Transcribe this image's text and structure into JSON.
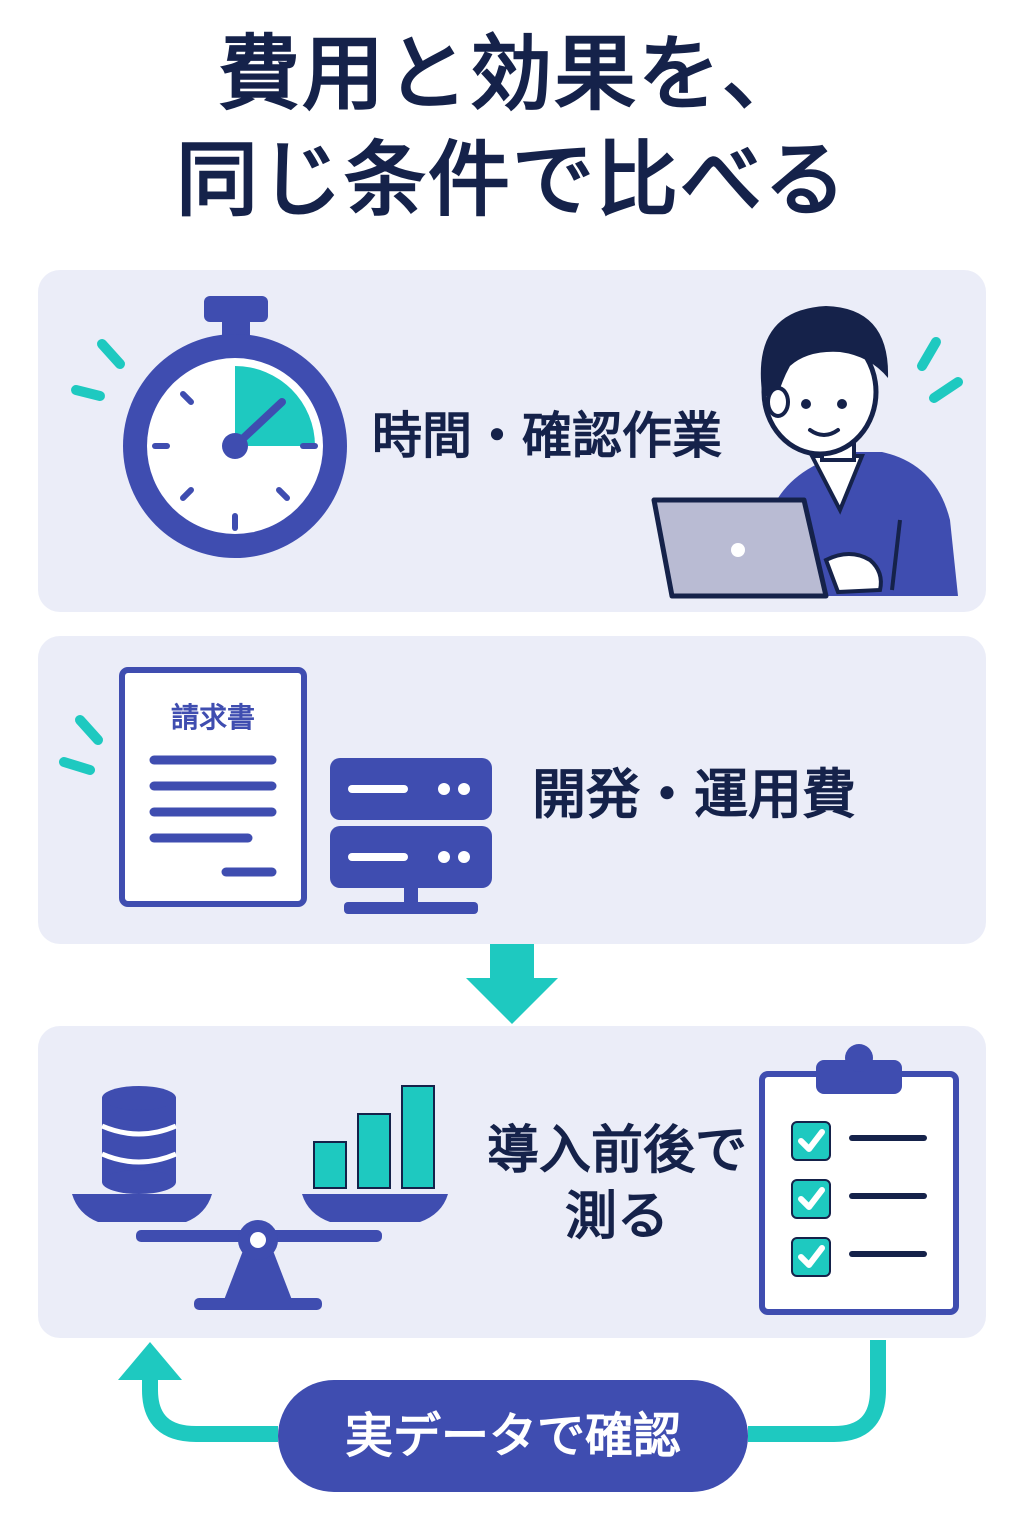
{
  "title": {
    "line1": "費用と効果を、",
    "line2": "同じ条件で比べる"
  },
  "rows": [
    {
      "label": "時間・確認作業"
    },
    {
      "label": "開発・運用費",
      "document_title": "請求書"
    },
    {
      "label_line1": "導入前後で",
      "label_line2": "測る"
    }
  ],
  "footer": {
    "label": "実データで確認"
  },
  "colors": {
    "navy": "#15224a",
    "indigo": "#3f4db0",
    "teal": "#1ec9c0",
    "panel": "#ebedf8",
    "laptop_gray": "#b9bbd3"
  },
  "icons": {
    "row1": [
      "stopwatch-icon",
      "person-at-laptop-illustration"
    ],
    "row2": [
      "invoice-document-icon",
      "server-icon"
    ],
    "row3": [
      "balance-scale-icon",
      "database-icon",
      "bar-chart-icon",
      "checklist-clipboard-icon"
    ],
    "connectors": [
      "down-arrow-icon",
      "loop-arrow-icon"
    ]
  }
}
